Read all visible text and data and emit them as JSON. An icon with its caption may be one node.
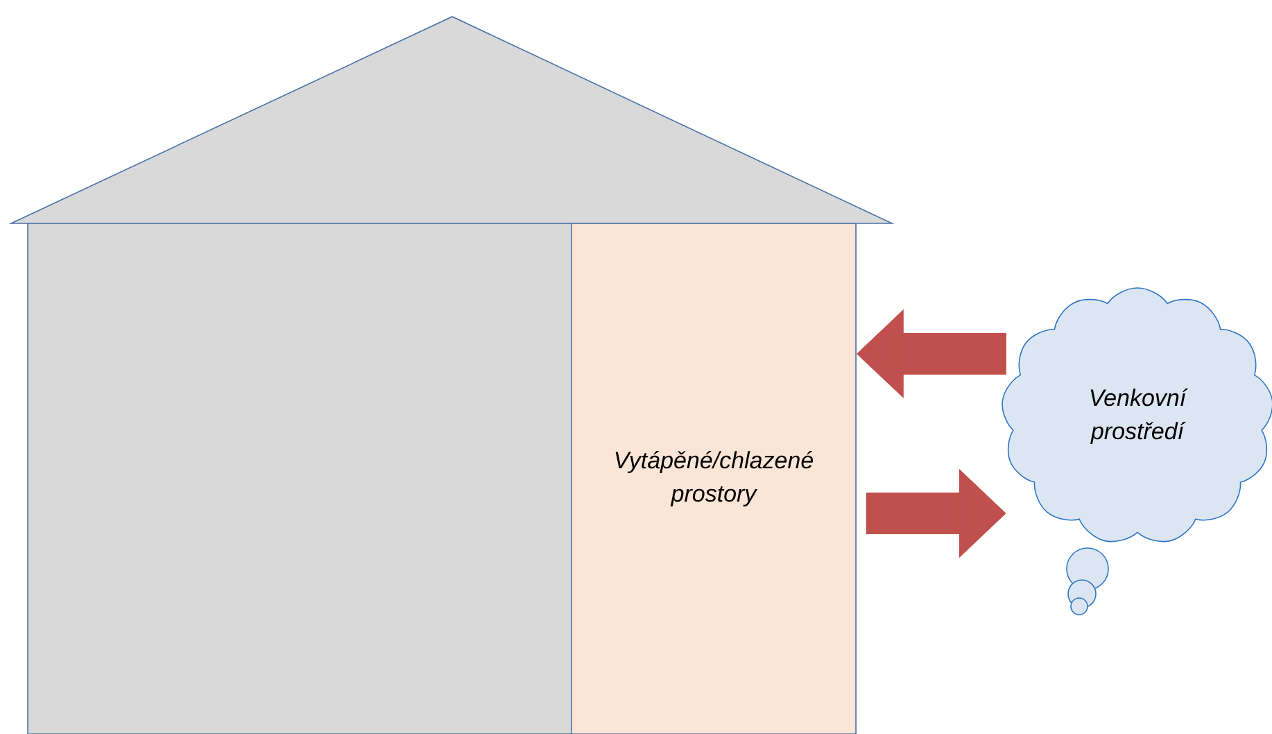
{
  "diagram": {
    "nodes": [
      {
        "text": [],
        "shape": "house"
      },
      {
        "text": [
          "Vytápěné/chlazené prostory"
        ],
        "in": 0
      },
      {
        "text": [
          "Venkovní prostředí"
        ]
      }
    ],
    "edges": [
      {
        "from": 2,
        "to": 1,
        "arrow": "to"
      },
      {
        "from": 1,
        "to": 2,
        "arrow": "to"
      }
    ]
  }
}
